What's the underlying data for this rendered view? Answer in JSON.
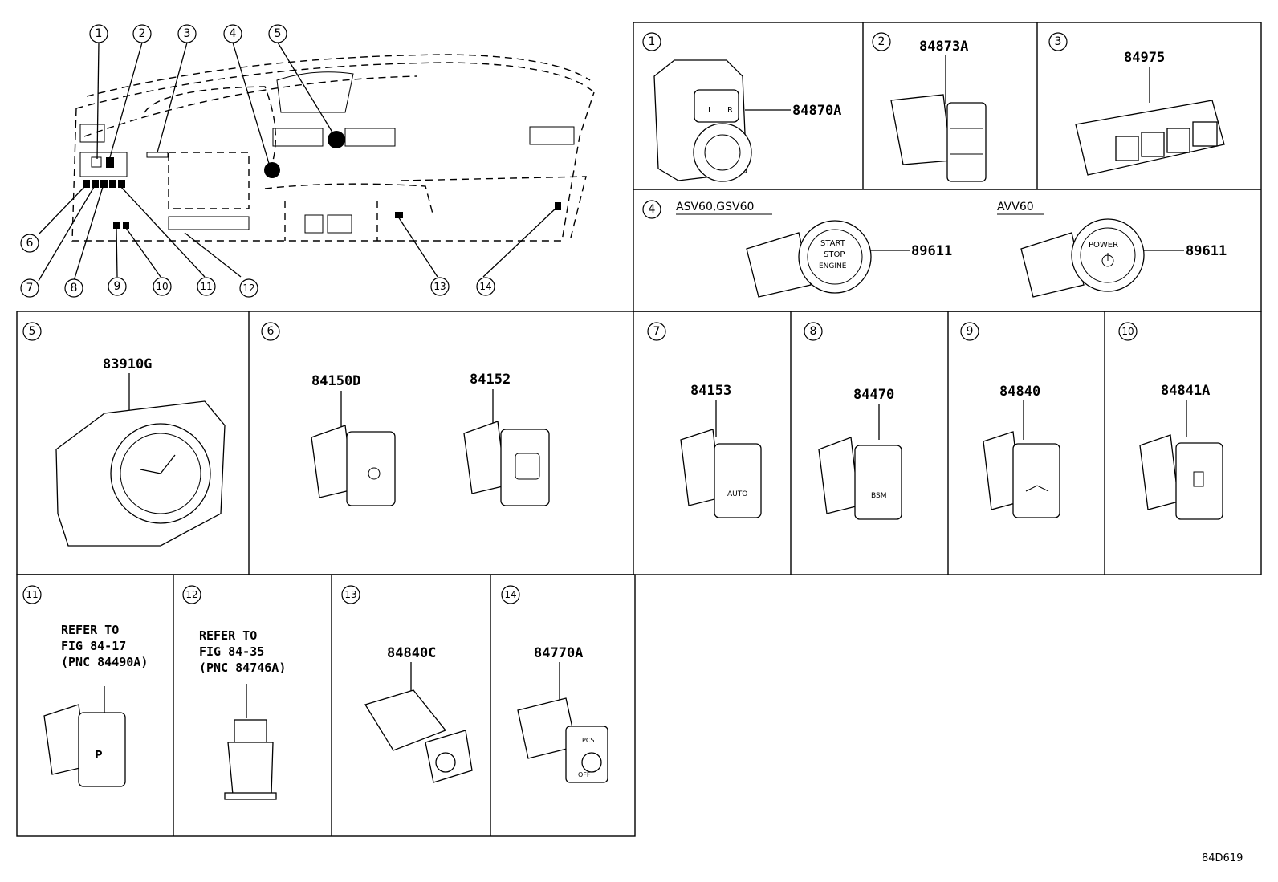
{
  "overview": {
    "callouts": [
      "1",
      "2",
      "3",
      "4",
      "5",
      "6",
      "7",
      "8",
      "9",
      "10",
      "11",
      "12",
      "13",
      "14"
    ]
  },
  "panels": {
    "p1": {
      "index": "1",
      "part": "84870A"
    },
    "p2": {
      "index": "2",
      "part": "84873A"
    },
    "p3": {
      "index": "3",
      "part": "84975"
    },
    "p4": {
      "index": "4",
      "variant_a": "ASV60,GSV60",
      "part_a": "89611",
      "variant_b": "AVV60",
      "part_b": "89611",
      "button_a": [
        "START",
        "STOP",
        "ENGINE"
      ],
      "button_b": "POWER"
    },
    "p5": {
      "index": "5",
      "part": "83910G"
    },
    "p6": {
      "index": "6",
      "part_a": "84150D",
      "part_b": "84152"
    },
    "p7": {
      "index": "7",
      "part": "84153",
      "label": "AUTO"
    },
    "p8": {
      "index": "8",
      "part": "84470",
      "label": "BSM"
    },
    "p9": {
      "index": "9",
      "part": "84840"
    },
    "p10": {
      "index": "10",
      "part": "84841A"
    },
    "p11": {
      "index": "11",
      "note": [
        "REFER TO",
        "FIG 84-17",
        "(PNC 84490A)"
      ]
    },
    "p12": {
      "index": "12",
      "note": [
        "REFER TO",
        "FIG 84-35",
        "(PNC 84746A)"
      ]
    },
    "p13": {
      "index": "13",
      "part": "84840C"
    },
    "p14": {
      "index": "14",
      "part": "84770A",
      "label_top": "PCS",
      "label_bottom": "OFF"
    }
  },
  "figure_code": "84D619"
}
